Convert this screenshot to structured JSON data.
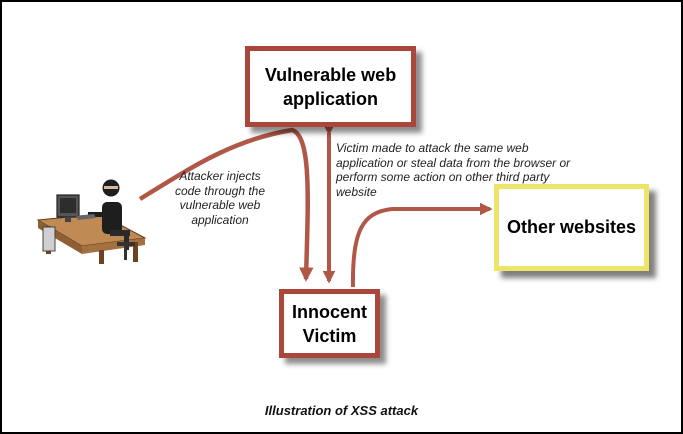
{
  "diagram": {
    "nodes": {
      "webapp": "Vulnerable web application",
      "victim_line1": "Innocent",
      "victim_line2": "Victim",
      "other": "Other websites"
    },
    "annotations": {
      "attacker": [
        "Attacker injects",
        "code through the",
        "vulnerable web",
        "application"
      ],
      "victim": [
        "Victim made to attack the same web",
        "application or steal data from the browser or",
        "perform some action on other third party",
        "website"
      ]
    },
    "caption": "Illustration of XSS attack",
    "icons": [
      "hacker-at-computer-icon"
    ],
    "colors": {
      "arrow": "#b05747",
      "box_border": "#a8473a",
      "highlight_border": "#ece56a"
    }
  }
}
